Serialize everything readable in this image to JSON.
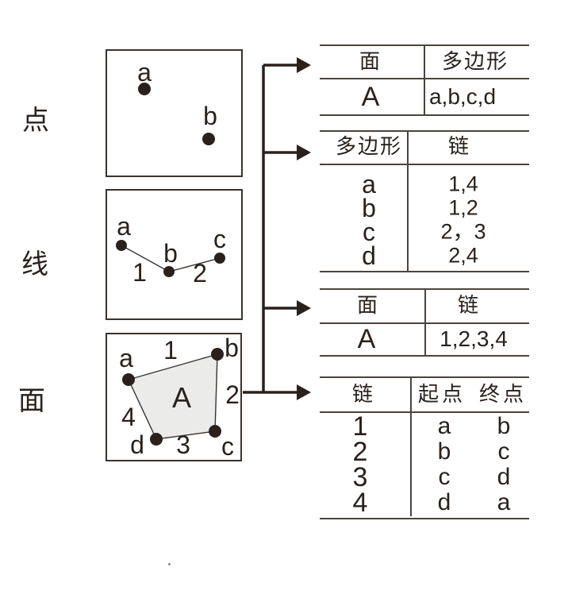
{
  "colors": {
    "ink": "#2a211c",
    "rule": "#4a443f",
    "polygon_fill": "#ebebea"
  },
  "row_labels": {
    "point": "点",
    "line": "线",
    "face": "面"
  },
  "point_box": {
    "a": "a",
    "b": "b"
  },
  "line_box": {
    "a": "a",
    "b": "b",
    "c": "c",
    "edge1": "1",
    "edge2": "2"
  },
  "face_box": {
    "a": "a",
    "b": "b",
    "c": "c",
    "d": "d",
    "edge1": "1",
    "edge2": "2",
    "edge3": "3",
    "edge4": "4",
    "region": "A"
  },
  "tables": {
    "face_polygon": {
      "headers": [
        "面",
        "多边形"
      ],
      "row": [
        "A",
        "a,b,c,d"
      ]
    },
    "polygon_chain": {
      "headers": [
        "多边形",
        "链"
      ],
      "rows": [
        [
          "a",
          "1,4"
        ],
        [
          "b",
          "1,2"
        ],
        [
          "c",
          "2，3"
        ],
        [
          "d",
          "2,4"
        ]
      ]
    },
    "face_chain": {
      "headers": [
        "面",
        "链"
      ],
      "row": [
        "A",
        "1,2,3,4"
      ]
    },
    "chain_endpoints": {
      "headers": [
        "链",
        "起点",
        "终点"
      ],
      "rows": [
        [
          "1",
          "a",
          "b"
        ],
        [
          "2",
          "b",
          "c"
        ],
        [
          "3",
          "c",
          "d"
        ],
        [
          "4",
          "d",
          "a"
        ]
      ]
    }
  }
}
